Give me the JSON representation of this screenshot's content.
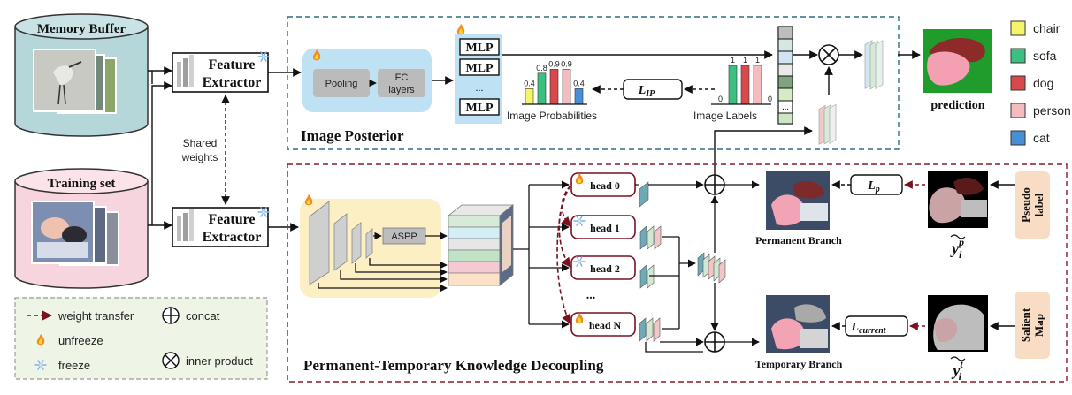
{
  "inputs": {
    "memory_buffer": "Memory Buffer",
    "training_set": "Training set",
    "shared_weights_line1": "Shared",
    "shared_weights_line2": "weights"
  },
  "extractor": {
    "line1": "Feature",
    "line2": "Extractor"
  },
  "image_posterior": {
    "title": "Image Posterior",
    "pooling": "Pooling",
    "fc_line1": "FC",
    "fc_line2": "layers",
    "mlp": "MLP",
    "ellipsis": "...",
    "probabilities_label": "Image Probabilities",
    "labels_label": "Image Labels",
    "loss": "L",
    "loss_sub": "IP",
    "probabilities": [
      0.4,
      0.8,
      0.9,
      0.9,
      0.4
    ],
    "labels": [
      0,
      1,
      1,
      1,
      0
    ],
    "vector_ellipsis": "..."
  },
  "decoupling": {
    "title": "Permanent-Temporary Knowledge Decoupling",
    "aspp": "ASPP",
    "heads": [
      "head 0",
      "head 1",
      "head 2",
      "head N"
    ],
    "heads_ellipsis": "...",
    "permanent_branch": "Permanent Branch",
    "temporary_branch": "Temporary Branch",
    "loss_p": "L",
    "loss_p_sub": "p",
    "loss_current": "L",
    "loss_current_sub": "current",
    "pseudo_label_line1": "Pseudo",
    "pseudo_label_line2": "label",
    "salient_map_line1": "Salient",
    "salient_map_line2": "Map",
    "y_p": "y",
    "y_p_sup": "p",
    "y_p_sub": "i",
    "y_t": "y",
    "y_t_sup": "t",
    "y_t_sub": "i"
  },
  "prediction": "prediction",
  "classes": [
    {
      "name": "chair",
      "color": "#f5f569"
    },
    {
      "name": "sofa",
      "color": "#3cc07f"
    },
    {
      "name": "dog",
      "color": "#d9484b"
    },
    {
      "name": "person",
      "color": "#f4bcbf"
    },
    {
      "name": "cat",
      "color": "#4a8fd6"
    }
  ],
  "legend": {
    "weight_transfer": "weight transfer",
    "concat": "concat",
    "unfreeze": "unfreeze",
    "inner_product": "inner product",
    "freeze": "freeze"
  }
}
